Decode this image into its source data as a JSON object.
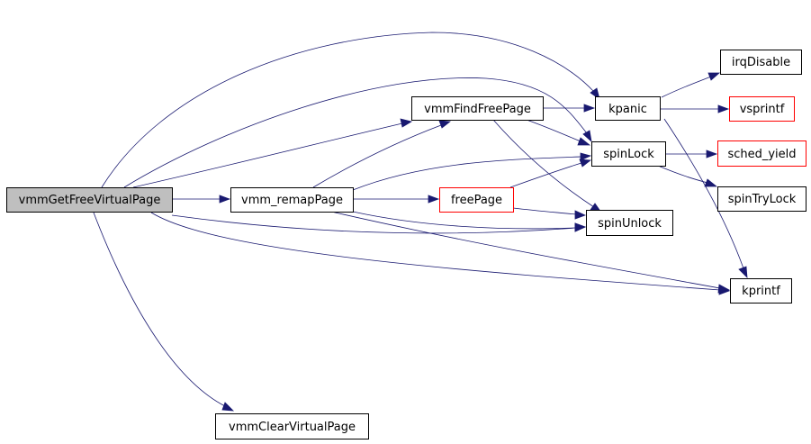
{
  "colors": {
    "edge": "#191970",
    "root_fill": "#bfbfbf",
    "node_fill": "#ffffff",
    "node_border": "#000000",
    "truncated_border": "#ff0000"
  },
  "nodes": {
    "vmmGetFreeVirtualPage": {
      "label": "vmmGetFreeVirtualPage",
      "style": "root"
    },
    "vmm_remapPage": {
      "label": "vmm_remapPage",
      "style": "normal"
    },
    "vmmFindFreePage": {
      "label": "vmmFindFreePage",
      "style": "normal"
    },
    "freePage": {
      "label": "freePage",
      "style": "truncated"
    },
    "kpanic": {
      "label": "kpanic",
      "style": "normal"
    },
    "spinLock": {
      "label": "spinLock",
      "style": "normal"
    },
    "spinUnlock": {
      "label": "spinUnlock",
      "style": "normal"
    },
    "irqDisable": {
      "label": "irqDisable",
      "style": "normal"
    },
    "vsprintf": {
      "label": "vsprintf",
      "style": "truncated"
    },
    "sched_yield": {
      "label": "sched_yield",
      "style": "truncated"
    },
    "spinTryLock": {
      "label": "spinTryLock",
      "style": "normal"
    },
    "kprintf": {
      "label": "kprintf",
      "style": "normal"
    },
    "vmmClearVirtualPage": {
      "label": "vmmClearVirtualPage",
      "style": "normal"
    }
  },
  "edges": [
    {
      "from": "vmmGetFreeVirtualPage",
      "to": "vmm_remapPage"
    },
    {
      "from": "vmmGetFreeVirtualPage",
      "to": "vmmFindFreePage"
    },
    {
      "from": "vmmGetFreeVirtualPage",
      "to": "kpanic"
    },
    {
      "from": "vmmGetFreeVirtualPage",
      "to": "spinLock"
    },
    {
      "from": "vmmGetFreeVirtualPage",
      "to": "spinUnlock"
    },
    {
      "from": "vmmGetFreeVirtualPage",
      "to": "kprintf"
    },
    {
      "from": "vmmGetFreeVirtualPage",
      "to": "vmmClearVirtualPage"
    },
    {
      "from": "vmm_remapPage",
      "to": "vmmFindFreePage"
    },
    {
      "from": "vmm_remapPage",
      "to": "freePage"
    },
    {
      "from": "vmm_remapPage",
      "to": "spinLock"
    },
    {
      "from": "vmm_remapPage",
      "to": "spinUnlock"
    },
    {
      "from": "vmm_remapPage",
      "to": "kprintf"
    },
    {
      "from": "vmmFindFreePage",
      "to": "kpanic"
    },
    {
      "from": "vmmFindFreePage",
      "to": "spinLock"
    },
    {
      "from": "vmmFindFreePage",
      "to": "spinUnlock"
    },
    {
      "from": "freePage",
      "to": "spinLock"
    },
    {
      "from": "freePage",
      "to": "spinUnlock"
    },
    {
      "from": "kpanic",
      "to": "irqDisable"
    },
    {
      "from": "kpanic",
      "to": "vsprintf"
    },
    {
      "from": "kpanic",
      "to": "kprintf"
    },
    {
      "from": "spinLock",
      "to": "sched_yield"
    },
    {
      "from": "spinLock",
      "to": "spinTryLock"
    }
  ]
}
